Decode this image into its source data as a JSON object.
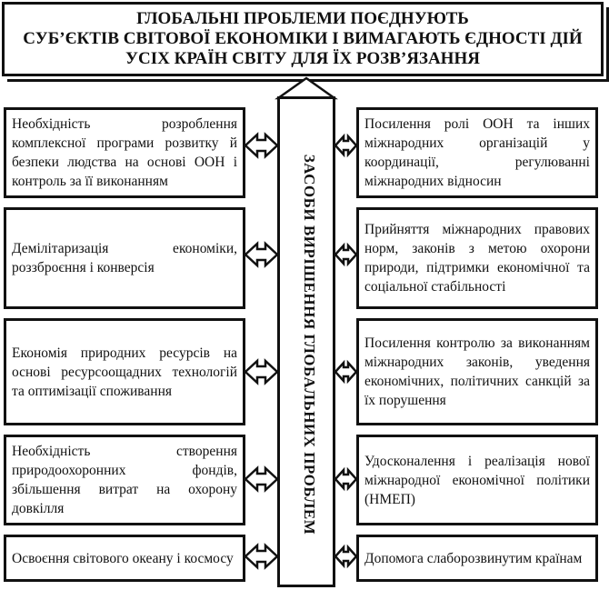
{
  "title": {
    "line1": "ГЛОБАЛЬНІ ПРОБЛЕМИ ПОЄДНУЮТЬ",
    "line2": "СУБ’ЄКТІВ СВІТОВОЇ ЕКОНОМІКИ І ВИМАГАЮТЬ ЄДНОСТІ ДІЙ",
    "line3": "УСІХ КРАЇН СВІТУ ДЛЯ ЇХ РОЗВ’ЯЗАННЯ"
  },
  "central_label": "ЗАСОБИ ВИРІШЕННЯ ГЛОБАЛЬНИХ ПРОБЛЕМ",
  "left_boxes": [
    "Необхідність розроблення комплексної програми розвитку й безпеки людства на основі ООН і контроль за її виконанням",
    "Демілітаризація економіки, роззброєння і конверсія",
    "Економія природних ресурсів на основі ресурсоощадних технологій та оптимізації споживання",
    "Необхідність створення природоохоронних фондів, збільшення витрат на охорону довкілля",
    "Освоєння світового океану і космосу"
  ],
  "right_boxes": [
    "Посилення ролі ООН та інших міжнародних організацій у координації, регулюванні міжнародних відносин",
    "Прийняття міжнародних правових норм, законів з метою охорони природи, підтримки економічної та соціальної стабільності",
    "Посилення контролю за виконанням міжнародних законів, уведення економічних, політичних санкцій за їх порушення",
    "Удосконалення і реалізація нової міжнародної економічної політики (НМЕП)",
    "Допомога слаборозвинутим країнам"
  ]
}
